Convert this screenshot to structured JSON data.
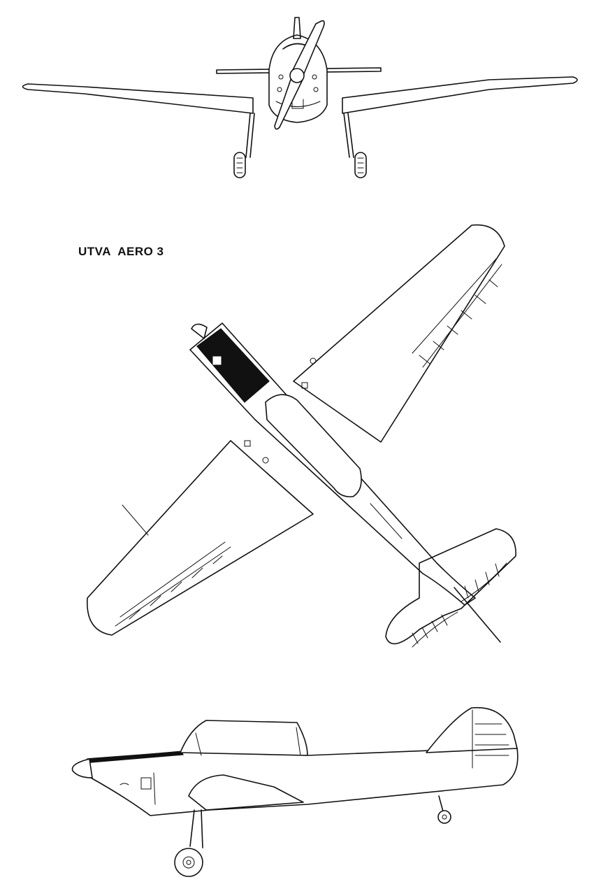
{
  "drawing": {
    "title": "UTVA  AERO 3"
  },
  "views": {
    "front": "front-view",
    "top": "top-view",
    "side": "side-view"
  }
}
